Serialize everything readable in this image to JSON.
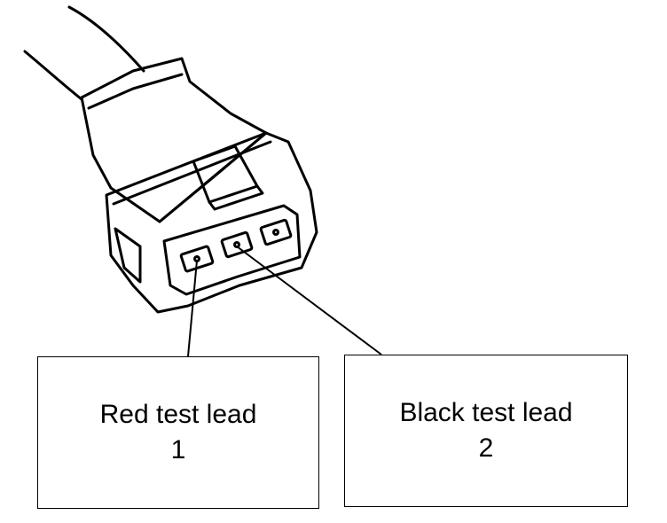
{
  "labels": {
    "red": {
      "text": "Red test lead",
      "number": "1"
    },
    "black": {
      "text": "Black test lead",
      "number": "2"
    }
  }
}
